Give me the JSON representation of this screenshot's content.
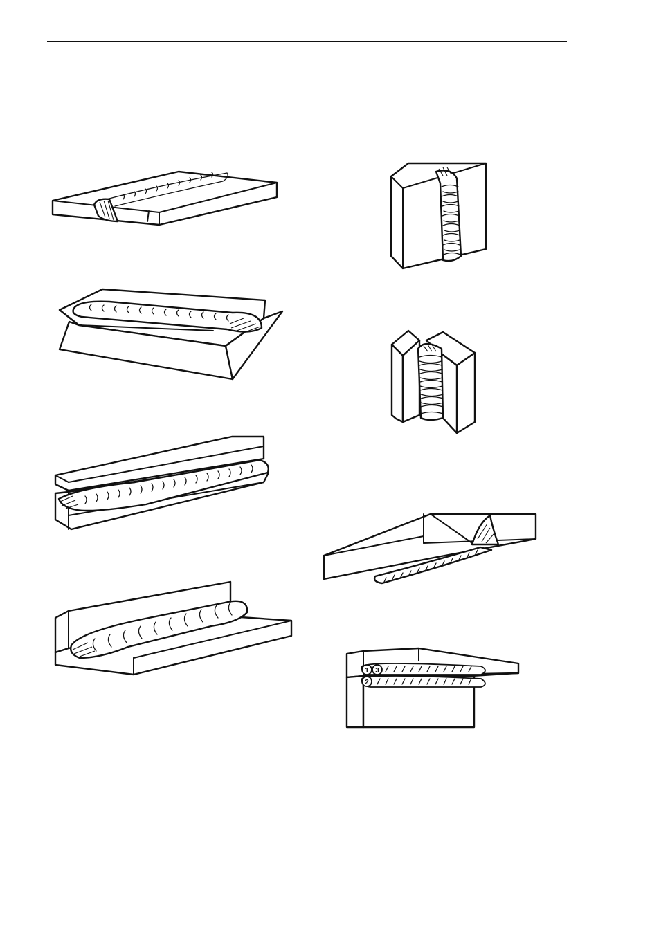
{
  "page": {
    "figures": [
      {
        "id": "flat-butt-weld-icon"
      },
      {
        "id": "vertical-butt-weld-icon"
      },
      {
        "id": "flat-fillet-weld-icon"
      },
      {
        "id": "vertical-fillet-weld-icon"
      },
      {
        "id": "horizontal-butt-weld-icon"
      },
      {
        "id": "overhead-butt-weld-icon"
      },
      {
        "id": "horizontal-fillet-weld-icon"
      },
      {
        "id": "overhead-fillet-weld-icon"
      }
    ],
    "bead_labels": [
      "1",
      "3",
      "2"
    ]
  }
}
